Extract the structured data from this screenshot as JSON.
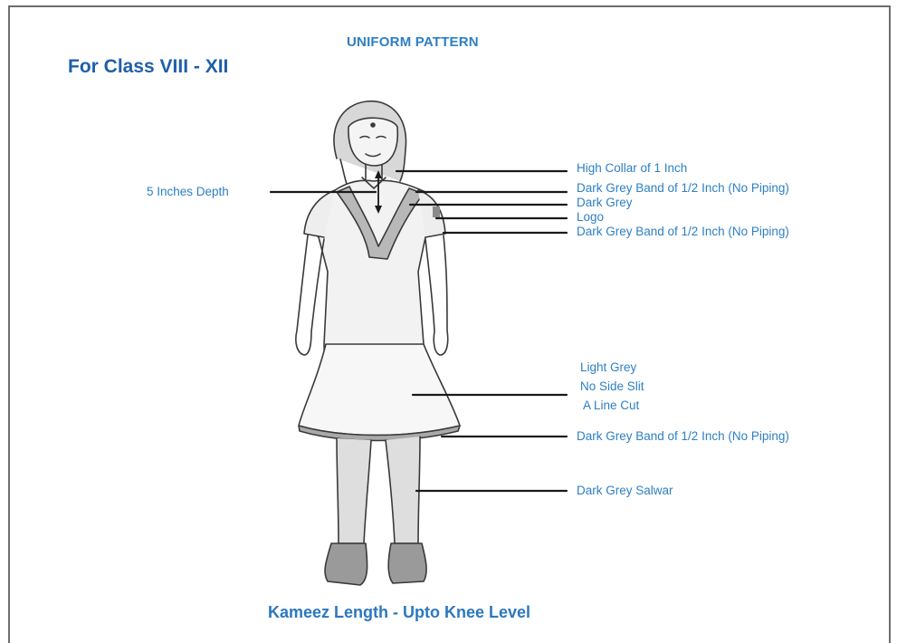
{
  "title": "UNIFORM PATTERN",
  "class_label": "For Class VIII - XII",
  "labels": {
    "depth": "5 Inches Depth",
    "high_collar": "High Collar of 1 Inch",
    "neck_band": "Dark Grey Band of 1/2 Inch (No Piping)",
    "dark_grey": "Dark Grey",
    "logo": "Logo",
    "sleeve_band": "Dark Grey Band of 1/2 Inch (No Piping)",
    "light_grey": "Light Grey",
    "no_side_slit": "No Side Slit",
    "a_line_cut": "A Line Cut",
    "hem_band": "Dark Grey Band of 1/2 Inch (No Piping)",
    "salwar": "Dark Grey Salwar"
  },
  "footer": "Kameez Length - Upto Knee Level",
  "colors": {
    "label_blue": "#2d7fc4",
    "heading_blue": "#1f5fa8",
    "sketch": "#3a3a3a",
    "leader": "#1a1a1a"
  }
}
